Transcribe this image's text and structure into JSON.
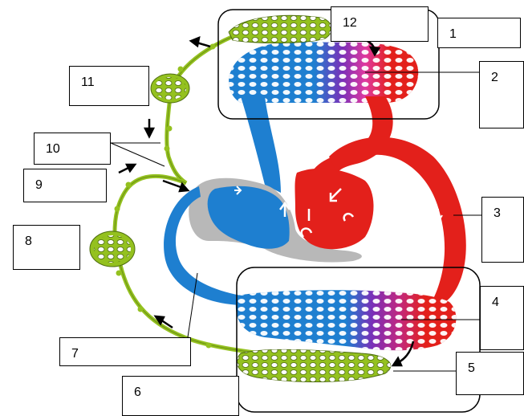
{
  "diagram": {
    "labels": [
      {
        "id": "1",
        "text": "1"
      },
      {
        "id": "2",
        "text": "2"
      },
      {
        "id": "3",
        "text": "3"
      },
      {
        "id": "4",
        "text": "4"
      },
      {
        "id": "5",
        "text": "5"
      },
      {
        "id": "6",
        "text": "6"
      },
      {
        "id": "7",
        "text": "7"
      },
      {
        "id": "8",
        "text": "8"
      },
      {
        "id": "9",
        "text": "9"
      },
      {
        "id": "10",
        "text": "10"
      },
      {
        "id": "11",
        "text": "11"
      },
      {
        "id": "12",
        "text": "12"
      }
    ],
    "colors": {
      "oxygenated_blood": "#e3201b",
      "deoxygenated_blood": "#1e7fd0",
      "capillary_transition": "#7a2fb8",
      "capillary_pink": "#e03aa0",
      "lymph_vessel": "#94c11f",
      "lymph_outline": "#4f6e10",
      "heart_septum_shadow": "#b8b8b8",
      "outline": "#000000"
    }
  }
}
